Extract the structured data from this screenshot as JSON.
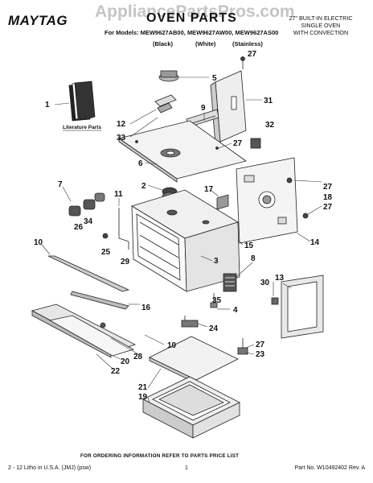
{
  "header": {
    "brand": "MAYTAG",
    "title": "OVEN PARTS",
    "watermark": "AppliancePartsPros.com",
    "models_line": "For Models: MEW9627AB00, MEW9627AW00, MEW9627AS00",
    "finishes": [
      "(Black)",
      "(White)",
      "(Stainless)"
    ],
    "description": [
      "27\" BUILT-IN ELECTRIC",
      "SINGLE OVEN",
      "WITH CONVECTION"
    ]
  },
  "diagram": {
    "literature_label": "Literature Parts",
    "callouts": [
      "27",
      "5",
      "1",
      "31",
      "9",
      "12",
      "32",
      "33",
      "27",
      "6",
      "27",
      "18",
      "2",
      "17",
      "7",
      "11",
      "27",
      "14",
      "34",
      "26",
      "25",
      "29",
      "15",
      "10",
      "8",
      "3",
      "30",
      "13",
      "35",
      "16",
      "4",
      "24",
      "10",
      "28",
      "20",
      "22",
      "27",
      "23",
      "21",
      "19"
    ]
  },
  "footer": {
    "order_note": "FOR ORDERING INFORMATION REFER TO PARTS PRICE LIST",
    "left": "2 - 12 Litho in U.S.A. (JMJ) (psw)",
    "page": "1",
    "part_no": "Part No. W10492402 Rev. A"
  }
}
